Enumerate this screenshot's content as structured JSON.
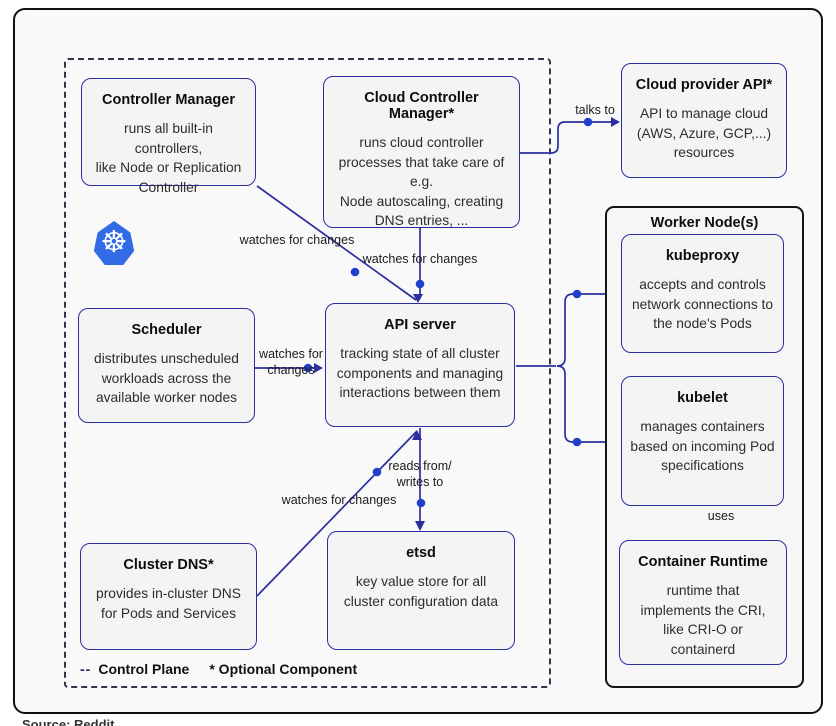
{
  "groups": {
    "worker_node": {
      "label": "Worker Node(s)"
    }
  },
  "nodes": {
    "controller_manager": {
      "title": "Controller Manager",
      "body": "runs all built-in controllers,\nlike Node or Replication\nController"
    },
    "cloud_controller_manager": {
      "title": "Cloud Controller Manager*",
      "body": "runs cloud controller\nprocesses that take care of\ne.g.\nNode autoscaling, creating\nDNS entries, ..."
    },
    "cloud_provider_api": {
      "title": "Cloud provider API*",
      "body": "API to manage cloud\n(AWS, Azure, GCP,...)\nresources"
    },
    "scheduler": {
      "title": "Scheduler",
      "body": "distributes unscheduled\nworkloads across the\navailable worker nodes"
    },
    "api_server": {
      "title": "API server",
      "body": "tracking state of all cluster\ncomponents and managing\ninteractions between them"
    },
    "cluster_dns": {
      "title": "Cluster DNS*",
      "body": "provides in-cluster DNS\nfor Pods and Services"
    },
    "etsd": {
      "title": "etsd",
      "body": "key value store for all\ncluster configuration data"
    },
    "kubeproxy": {
      "title": "kubeproxy",
      "body": "accepts and controls\nnetwork connections to\nthe node's Pods"
    },
    "kubelet": {
      "title": "kubelet",
      "body": "manages containers\nbased on incoming Pod\nspecifications"
    },
    "container_runtime": {
      "title": "Container Runtime",
      "body": "runtime that\nimplements the CRI,\nlike CRI-O or\ncontainerd"
    }
  },
  "edge_labels": {
    "talks_to": "talks to",
    "watches_cm": "watches for changes",
    "watches_ccm": "watches for changes",
    "watches_scheduler": "watches for\nchanges",
    "reads_writes": "reads from/\nwrites to",
    "watches_dns": "watches for changes",
    "uses": "uses"
  },
  "legend": {
    "dash": "--",
    "control_plane": "Control Plane",
    "optional": "* Optional Component"
  },
  "caption": "Source: Reddit",
  "icons": {
    "kubernetes_logo": "kubernetes-helm-wheel"
  },
  "colors": {
    "box_border": "#2b2fa0",
    "dot": "#2040cc",
    "k8s_blue": "#326ce5",
    "frame": "#111111"
  }
}
